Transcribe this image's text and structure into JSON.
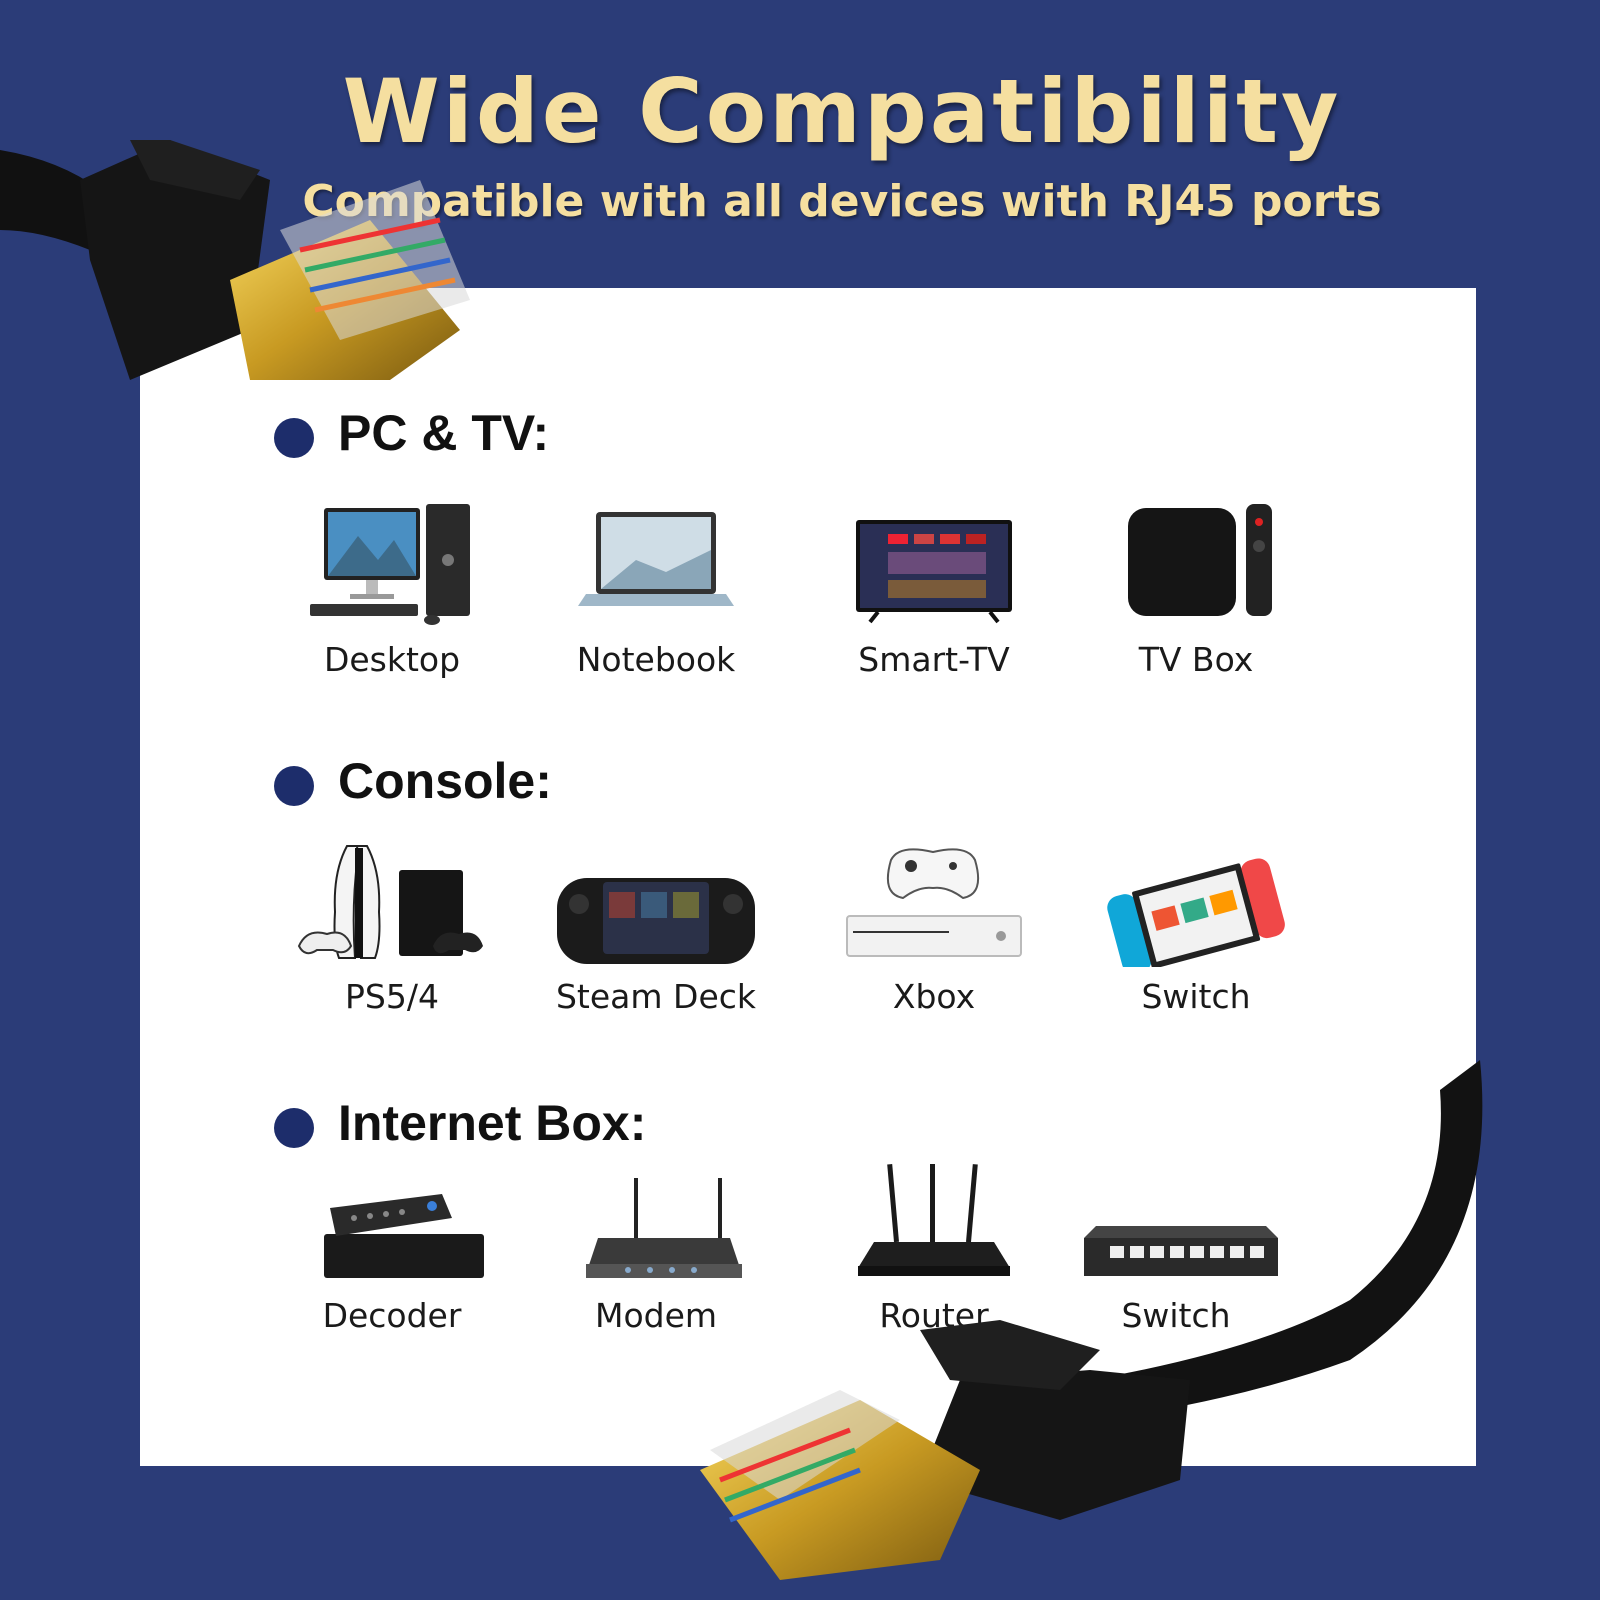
{
  "header": {
    "title": "Wide Compatibility",
    "subtitle": "Compatible with all devices with RJ45 ports"
  },
  "sections": [
    {
      "label": "PC & TV:",
      "items": [
        {
          "label": "Desktop",
          "icon": "desktop-icon"
        },
        {
          "label": "Notebook",
          "icon": "notebook-icon"
        },
        {
          "label": "Smart-TV",
          "icon": "smart-tv-icon"
        },
        {
          "label": "TV Box",
          "icon": "tv-box-icon"
        }
      ]
    },
    {
      "label": "Console:",
      "items": [
        {
          "label": "PS5/4",
          "icon": "playstation-icon"
        },
        {
          "label": "Steam Deck",
          "icon": "steam-deck-icon"
        },
        {
          "label": "Xbox",
          "icon": "xbox-icon"
        },
        {
          "label": "Switch",
          "icon": "nintendo-switch-icon"
        }
      ]
    },
    {
      "label": "Internet Box:",
      "items": [
        {
          "label": "Decoder",
          "icon": "decoder-icon"
        },
        {
          "label": "Modem",
          "icon": "modem-icon"
        },
        {
          "label": "Router",
          "icon": "router-icon"
        },
        {
          "label": "Switch",
          "icon": "network-switch-icon"
        }
      ]
    }
  ],
  "colors": {
    "background": "#2b3c78",
    "title": "#f5dfa0",
    "panel": "#ffffff",
    "bullet": "#1d2d6b"
  }
}
